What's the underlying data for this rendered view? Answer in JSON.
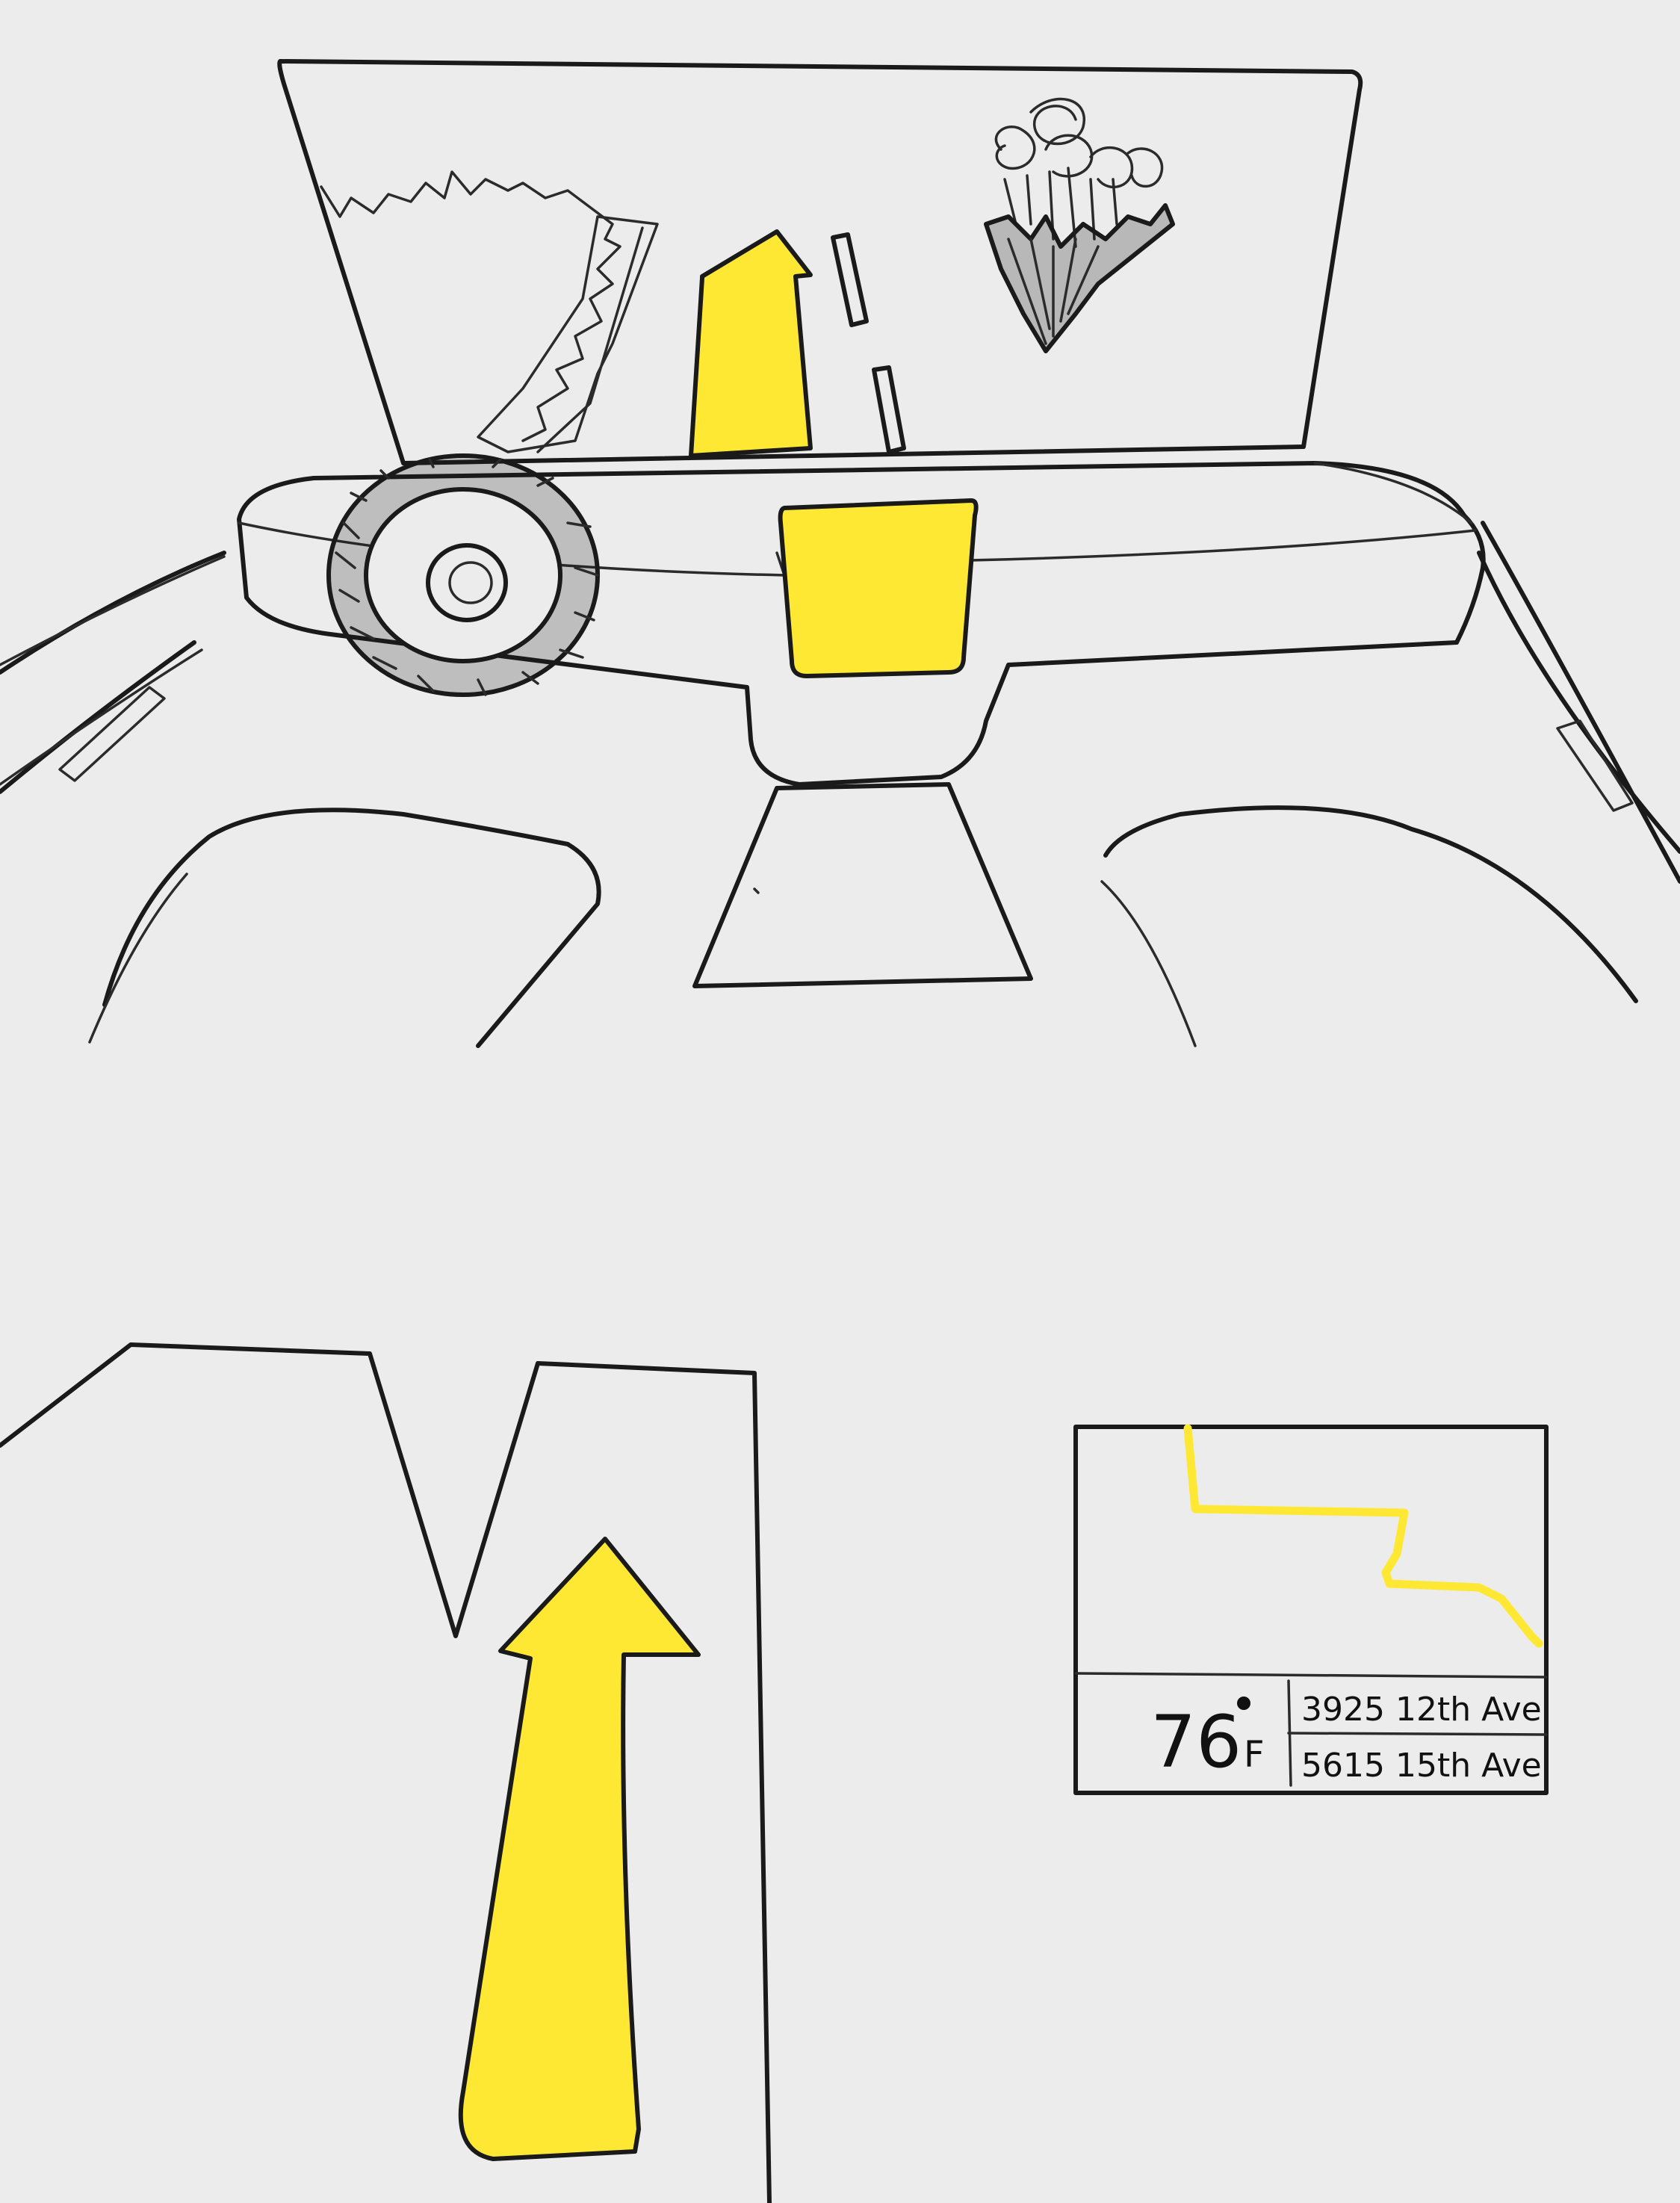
{
  "colors": {
    "highlight": "#FFE833",
    "ink": "#1A1A1A",
    "paper": "#ECECEC"
  },
  "sketch_top": {
    "description_icons": [
      "windshield-hud",
      "steering-wheel",
      "center-console-screen",
      "road-arrow-icon"
    ]
  },
  "hud_panel": {
    "temperature_value": "76",
    "temperature_unit": "F",
    "address_1": "3925 12th Ave",
    "address_2": "5615 15th Ave"
  }
}
